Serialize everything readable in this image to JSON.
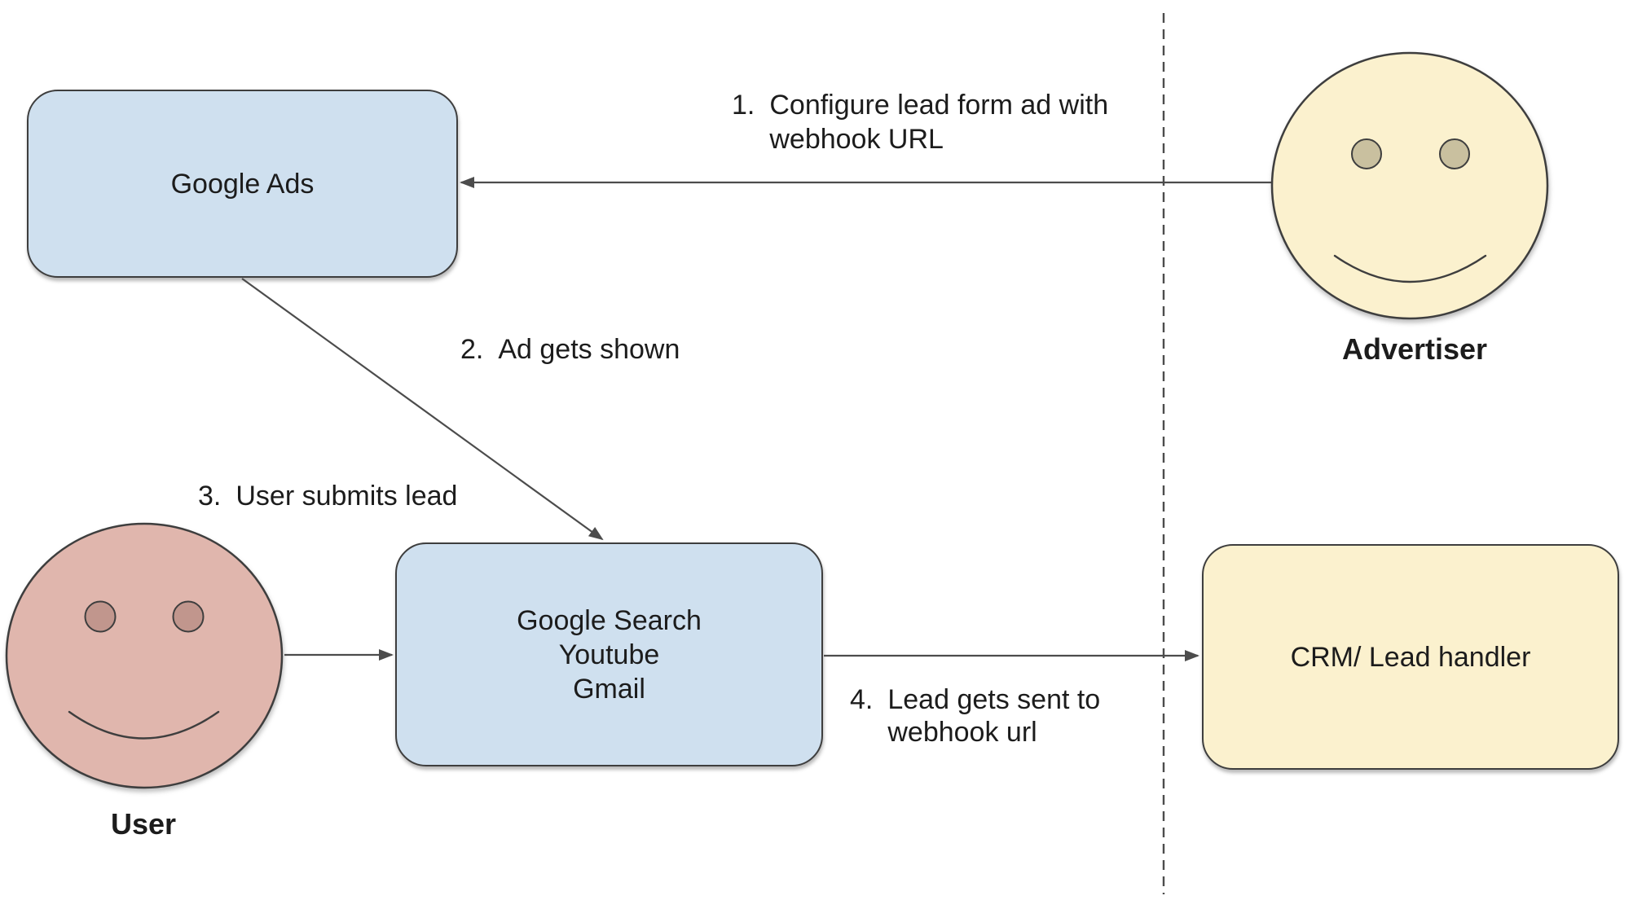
{
  "colors": {
    "node-blue": "#cfe0ef",
    "node-yellow": "#fbf1ce",
    "face-pink": "#e0b6ad",
    "eye-pink": "#c1968d",
    "eye-tan": "#c9c09f",
    "stroke-dark": "#3e3e3e",
    "arrow-gray": "#4c4c4c",
    "text-black": "#1c1c1c"
  },
  "nodes": {
    "google_ads": {
      "label": "Google Ads"
    },
    "google_surfaces": {
      "line1": "Google Search",
      "line2": "Youtube",
      "line3": "Gmail"
    },
    "crm": {
      "label": "CRM/ Lead handler"
    }
  },
  "actors": {
    "advertiser": {
      "label": "Advertiser"
    },
    "user": {
      "label": "User"
    }
  },
  "steps": {
    "s1": {
      "num": "1.",
      "line1": "Configure lead form ad with",
      "line2": "webhook URL"
    },
    "s2": {
      "num": "2.",
      "line1": "Ad gets shown"
    },
    "s3": {
      "num": "3.",
      "line1": "User submits lead"
    },
    "s4": {
      "num": "4.",
      "line1": "Lead gets sent to",
      "line2": "webhook url"
    }
  }
}
